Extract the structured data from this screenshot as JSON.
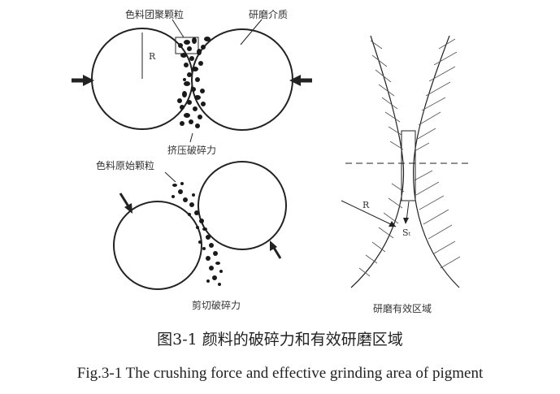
{
  "figure": {
    "labels": {
      "pigment_agglomerate": "色料团聚颗粒",
      "grinding_media": "研磨介质",
      "radius_top": "R",
      "squeeze_force": "挤压破碎力",
      "pigment_primary": "色料原始颗粒",
      "shear_force": "剪切破碎力",
      "radius_right": "R",
      "gap_symbol": "Sₜ",
      "effective_zone": "研磨有效区域"
    },
    "caption_cn": "图3-1  颜料的破碎力和有效研磨区域",
    "caption_en": "Fig.3-1 The crushing force and effective grinding area of pigment"
  }
}
